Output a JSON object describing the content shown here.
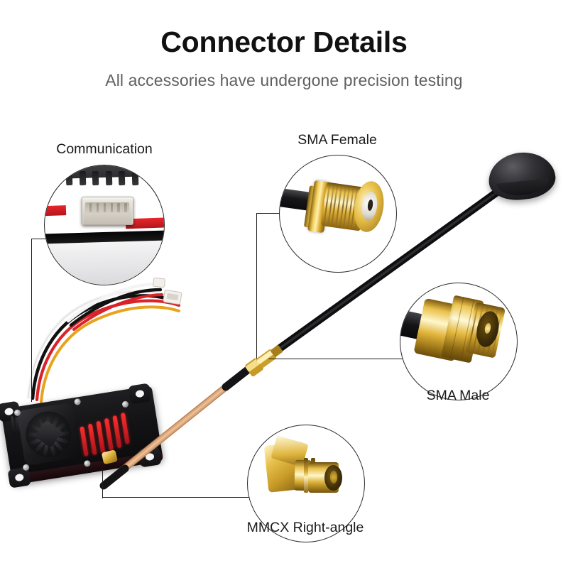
{
  "header": {
    "title": "Connector Details",
    "subtitle": "All accessories have undergone precision testing"
  },
  "colors": {
    "background": "#ffffff",
    "title_text": "#111111",
    "subtitle_text": "#5f6063",
    "label_text": "#1a1a1a",
    "leader_line": "#1d1d1d",
    "circle_border": "#2b2b2b",
    "gold_connector": "#e0b33c",
    "gold_highlight": "#fff6cc",
    "red_accent": "#ff2d2d",
    "black_body": "#141416",
    "coax_orange": "#d7a173",
    "wire_white": "#f2f2f2",
    "wire_black": "#141414",
    "wire_red": "#d8232a",
    "wire_yellow": "#e8a21c"
  },
  "callouts": [
    {
      "id": "communication",
      "label": "Communication",
      "detail": "black VTX housing with red stripes and white JST connector port"
    },
    {
      "id": "sma-female",
      "label": "SMA Female",
      "detail": "gold threaded SMA female bulkhead connector on black cable"
    },
    {
      "id": "sma-male",
      "label": "SMA Male",
      "detail": "gold SMA male connector with hex nut and center pin"
    },
    {
      "id": "mmcx-right-angle",
      "label": "MMCX Right-angle",
      "detail": "gold right-angle MMCX plug on black coaxial cable"
    }
  ],
  "product": {
    "name": "fpv-video-transmitter",
    "parts": [
      "cooling-fan",
      "red-heatsink-slots",
      "mounting-holes",
      "wire-harness",
      "jst-connector",
      "mmcx-port",
      "coax-pigtail",
      "sma-joint",
      "mushroom-antenna"
    ]
  }
}
